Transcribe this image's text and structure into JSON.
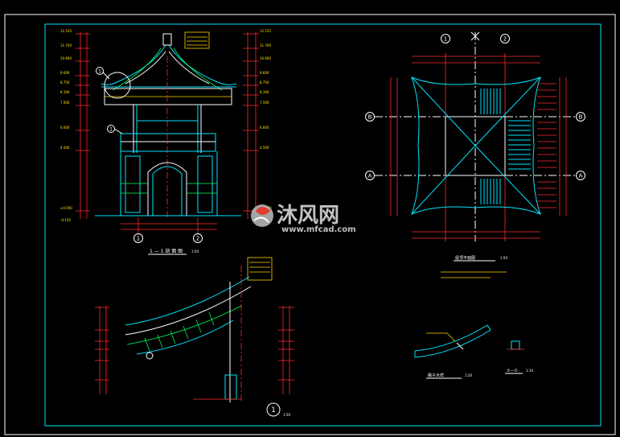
{
  "watermark": {
    "brand": "沐风网",
    "url": "www.mfcad.com"
  },
  "section_view": {
    "title": "1 — 1 剖 面 图",
    "scale": "1:50",
    "axis_bubbles": [
      "1",
      "2"
    ],
    "detail_bubbles": [
      "1",
      "1"
    ]
  },
  "plan_view": {
    "title": "屋顶平面图",
    "scale": "1:50",
    "axis_top": [
      "1",
      "2"
    ],
    "axis_side": [
      "B",
      "A"
    ]
  },
  "eave_detail": {
    "bubble": "1",
    "scale": "1:50"
  },
  "rafter_detail": {
    "title": "椽子大样",
    "scale": "1:20",
    "section_label": "①—①",
    "section_scale": "1:10"
  },
  "colors": {
    "frame": "#00e5ff",
    "outline": "#ffffff",
    "dimension": "#ff2a2a",
    "text": "#ffe600",
    "hatch": "#00ff5a"
  }
}
